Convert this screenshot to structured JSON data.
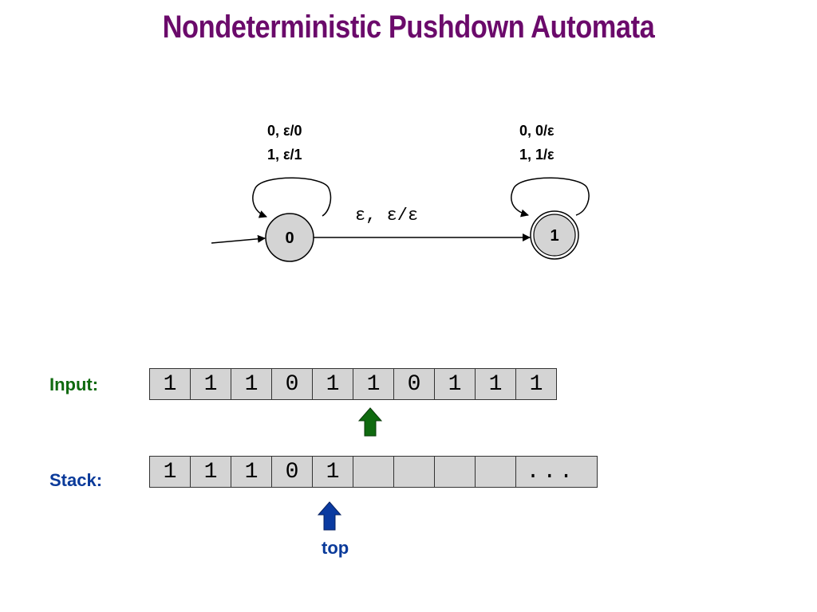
{
  "title": "Nondeterministic Pushdown Automata",
  "colors": {
    "title": "#6b0a6b",
    "input_label": "#0f6a0f",
    "stack_label": "#0a3a9a",
    "top_label": "#0a3a9a",
    "cell_fill": "#d4d4d4",
    "state_fill": "#d4d4d4",
    "input_arrow": "#0f6a0f",
    "stack_arrow": "#0a3aa0"
  },
  "automaton": {
    "states": [
      {
        "id": "0",
        "label": "0",
        "start": true,
        "accepting": false
      },
      {
        "id": "1",
        "label": "1",
        "start": false,
        "accepting": true
      }
    ],
    "loop_state0": {
      "line1": "0, ε/0",
      "line2": "1, ε/1"
    },
    "loop_state1": {
      "line1": "0, 0/ε",
      "line2": "1, 1/ε"
    },
    "transition_0_1": "ε, ε/ε"
  },
  "input": {
    "label": "Input:",
    "cells": [
      "1",
      "1",
      "1",
      "0",
      "1",
      "1",
      "0",
      "1",
      "1",
      "1"
    ],
    "head_index": 5
  },
  "stack": {
    "label": "Stack:",
    "cells": [
      "1",
      "1",
      "1",
      "0",
      "1",
      "",
      "",
      "",
      "",
      "..."
    ],
    "top_index": 4,
    "top_label": "top"
  }
}
